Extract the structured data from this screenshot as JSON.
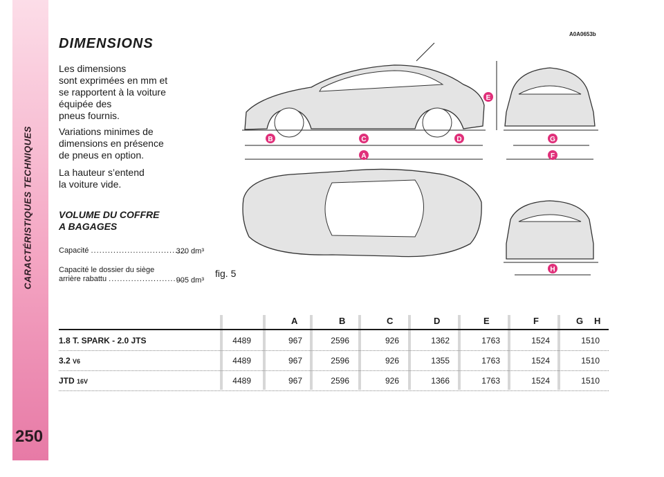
{
  "sidebar": {
    "section_title": "CARACTÉRISTIQUES TECHNIQUES",
    "page_number": "250"
  },
  "title": "DIMENSIONS",
  "intro": {
    "p1": [
      "Les dimensions",
      "sont exprimées en mm et",
      "se rapportent à la voiture",
      "équipée des",
      "pneus fournis."
    ],
    "p2": [
      "Variations minimes de",
      "dimensions en présence",
      "de pneus en option."
    ],
    "p3": [
      "La hauteur s’entend",
      "la voiture vide."
    ]
  },
  "boot": {
    "title_line1": "VOLUME DU COFFRE",
    "title_line2": "A BAGAGES",
    "capacity_label": "Capacité",
    "capacity_value": "320 dm³",
    "folded_label_line1": "Capacité le dossier du siège",
    "folded_label_line2": "arrière rabattu",
    "folded_value": "905 dm³"
  },
  "figure": {
    "label": "fig. 5",
    "ref_code": "A0A0653b",
    "dimension_letters": [
      "B",
      "C",
      "D",
      "A",
      "E",
      "G",
      "F",
      "H"
    ]
  },
  "table": {
    "headers": [
      "A",
      "B",
      "C",
      "D",
      "E",
      "F",
      "G",
      "H"
    ],
    "rows": [
      {
        "model": "1.8 T. SPARK - 2.0 JTS",
        "suffix": "",
        "values": [
          "4489",
          "967",
          "2596",
          "926",
          "1362",
          "1763",
          "1524",
          "1510"
        ]
      },
      {
        "model": "3.2",
        "suffix": "V6",
        "values": [
          "4489",
          "967",
          "2596",
          "926",
          "1355",
          "1763",
          "1524",
          "1510"
        ]
      },
      {
        "model": "JTD",
        "suffix": "16V",
        "values": [
          "4489",
          "967",
          "2596",
          "926",
          "1366",
          "1763",
          "1524",
          "1510"
        ]
      }
    ]
  },
  "colors": {
    "sidebar_pink_light": "#fcdde8",
    "sidebar_pink_dark": "#e77aa6",
    "badge_pink": "#e0307a"
  }
}
